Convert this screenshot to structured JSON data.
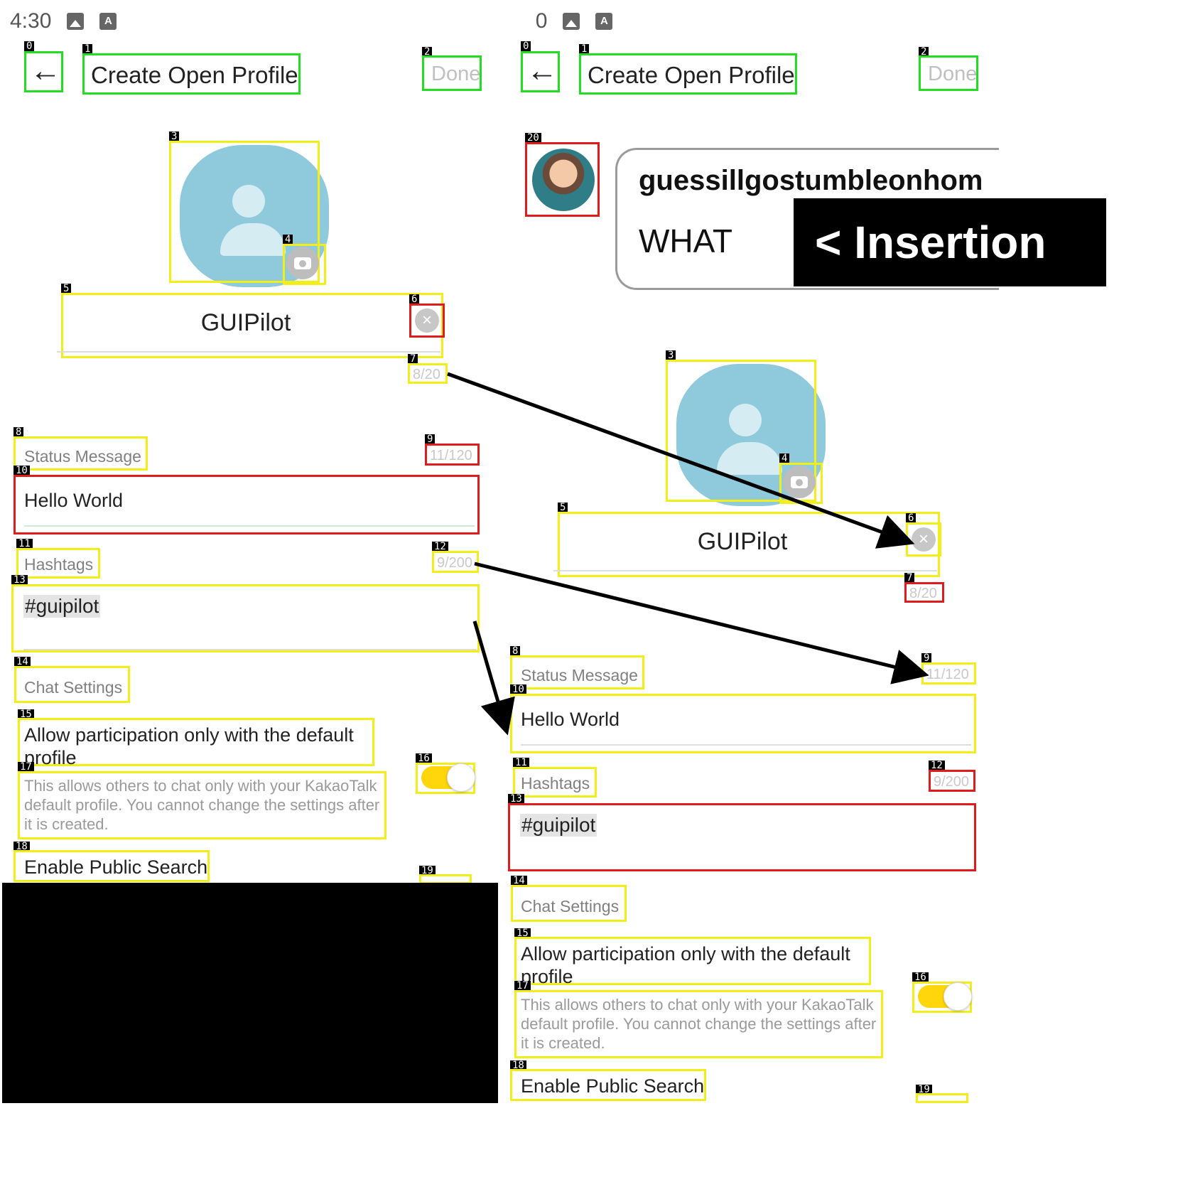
{
  "status_bar": {
    "time": "4:30"
  },
  "header": {
    "title": "Create Open Profile",
    "done_label": "Done"
  },
  "profile": {
    "name": "GUIPilot",
    "name_counter": "8/20"
  },
  "status_message": {
    "label": "Status Message",
    "counter": "11/120",
    "value": "Hello World"
  },
  "hashtags": {
    "label": "Hashtags",
    "counter": "9/200",
    "value": "#guipilot"
  },
  "chat_settings": {
    "label": "Chat Settings",
    "default_profile_title": "Allow participation only with the default profile",
    "default_profile_desc": "This allows others to chat only with your KakaoTalk default profile. You cannot change the settings after it is created.",
    "public_search_title": "Enable Public Search"
  },
  "inserted_bubble": {
    "username": "guessillgostumbleonhom",
    "message": "WHAT"
  },
  "annotation": {
    "banner": "< Insertion"
  },
  "tags": [
    "0",
    "1",
    "2",
    "3",
    "4",
    "5",
    "6",
    "7",
    "8",
    "9",
    "10",
    "11",
    "12",
    "13",
    "14",
    "15",
    "16",
    "17",
    "18",
    "19",
    "20"
  ],
  "colors": {
    "match_box": "#f2ee1a",
    "changed_box": "#e01b1b",
    "header_box": "#22dd22",
    "toggle_on": "#ffd60a",
    "avatar": "#8fc9dc"
  },
  "icons": [
    "back-arrow-icon",
    "gallery-icon",
    "text-icon",
    "camera-icon",
    "clear-icon",
    "person-icon"
  ]
}
